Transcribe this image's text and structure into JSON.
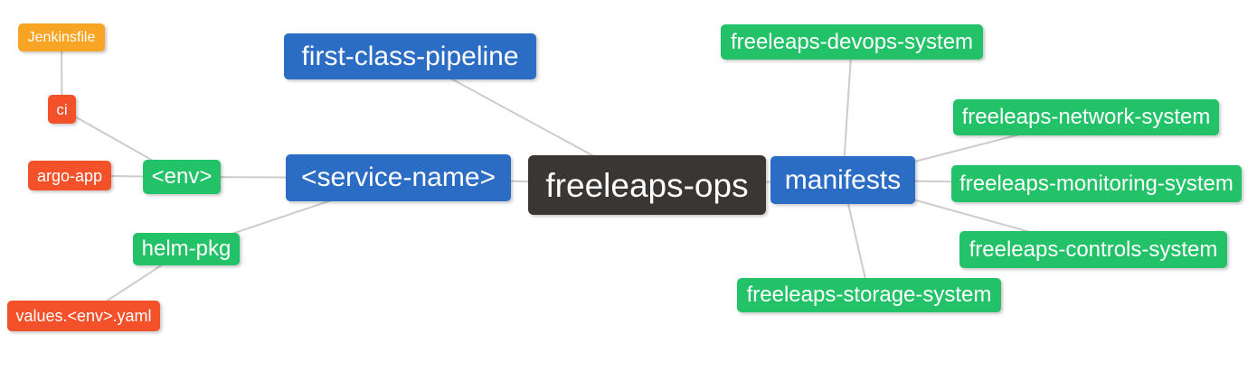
{
  "diagram": {
    "background": "#ffffff",
    "edge_color": "#cccccc",
    "edge_width": 2,
    "palette": {
      "root_dark": "#3a3633",
      "branch_blue": "#2b6cc4",
      "leaf_green": "#23c268",
      "leaf_red": "#f3512a",
      "leaf_orange": "#f8a425"
    },
    "nodes": [
      {
        "id": "jenkinsfile",
        "label": "Jenkinsfile",
        "color": "#f8a425"
      },
      {
        "id": "ci",
        "label": "ci",
        "color": "#f3512a"
      },
      {
        "id": "argo-app",
        "label": "argo-app",
        "color": "#f3512a"
      },
      {
        "id": "env",
        "label": "<env>",
        "color": "#23c268"
      },
      {
        "id": "helm-pkg",
        "label": "helm-pkg",
        "color": "#23c268"
      },
      {
        "id": "values-env-yaml",
        "label": "values.<env>.yaml",
        "color": "#f3512a"
      },
      {
        "id": "first-class-pipeline",
        "label": "first-class-pipeline",
        "color": "#2b6cc4"
      },
      {
        "id": "service-name",
        "label": "<service-name>",
        "color": "#2b6cc4"
      },
      {
        "id": "freeleaps-ops",
        "label": "freeleaps-ops",
        "color": "#3a3633"
      },
      {
        "id": "manifests",
        "label": "manifests",
        "color": "#2b6cc4"
      },
      {
        "id": "devops-system",
        "label": "freeleaps-devops-system",
        "color": "#23c268"
      },
      {
        "id": "network-system",
        "label": "freeleaps-network-system",
        "color": "#23c268"
      },
      {
        "id": "monitoring-system",
        "label": "freeleaps-monitoring-system",
        "color": "#23c268"
      },
      {
        "id": "controls-system",
        "label": "freeleaps-controls-system",
        "color": "#23c268"
      },
      {
        "id": "storage-system",
        "label": "freeleaps-storage-system",
        "color": "#23c268"
      }
    ],
    "edges": [
      [
        "jenkinsfile",
        "ci"
      ],
      [
        "ci",
        "env"
      ],
      [
        "argo-app",
        "env"
      ],
      [
        "env",
        "service-name"
      ],
      [
        "helm-pkg",
        "service-name"
      ],
      [
        "values-env-yaml",
        "helm-pkg"
      ],
      [
        "first-class-pipeline",
        "freeleaps-ops"
      ],
      [
        "service-name",
        "freeleaps-ops"
      ],
      [
        "freeleaps-ops",
        "manifests"
      ],
      [
        "manifests",
        "devops-system"
      ],
      [
        "manifests",
        "network-system"
      ],
      [
        "manifests",
        "monitoring-system"
      ],
      [
        "manifests",
        "controls-system"
      ],
      [
        "manifests",
        "storage-system"
      ]
    ]
  }
}
